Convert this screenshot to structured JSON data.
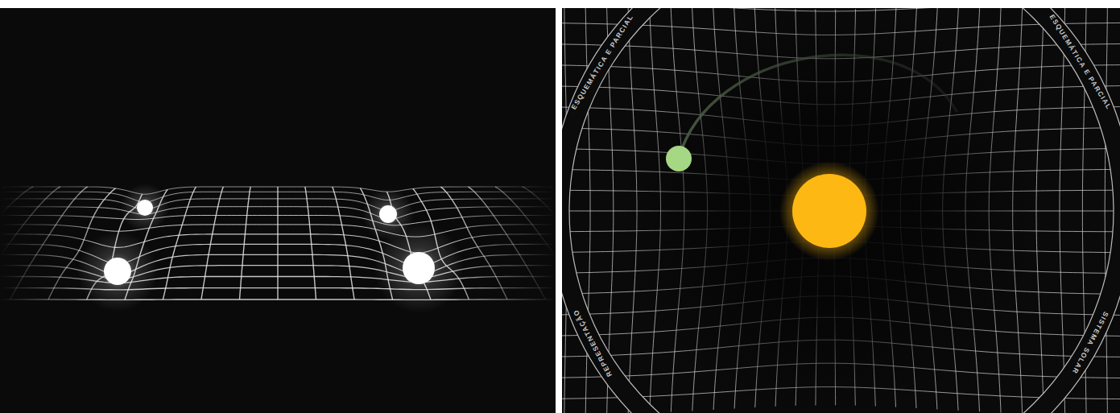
{
  "diagram": {
    "labels": [
      "ESQUEMÁTICA E PARCIAL",
      "ESQUEMÁTICA E PARCIAL",
      "SISTEMA SOLAR",
      "REPRESENTAÇÃO"
    ]
  }
}
